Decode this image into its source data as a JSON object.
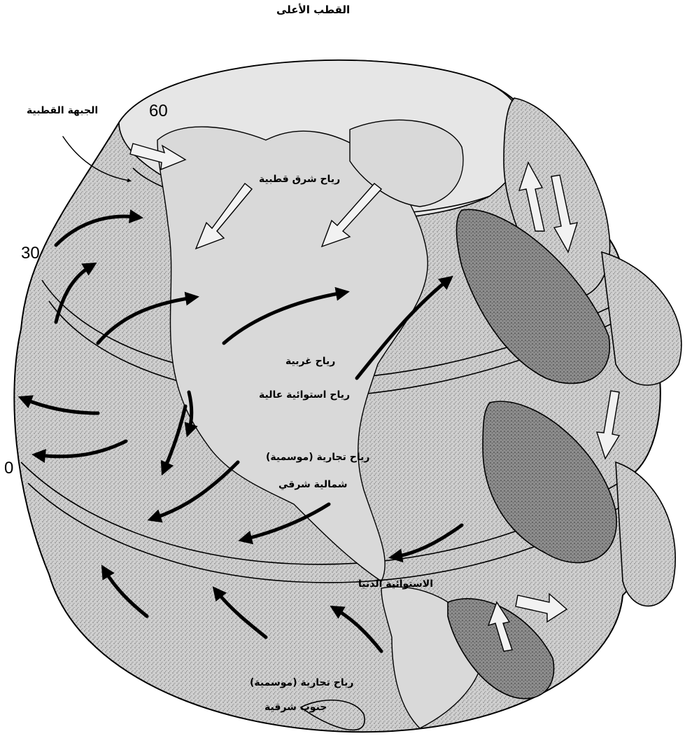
{
  "diagram": {
    "title": "القطب الأعلى",
    "latitude_labels": {
      "lat60": "60",
      "lat30": "30",
      "lat0": "0"
    },
    "labels": {
      "polar_front": "الجبهة القطبية",
      "polar_easterlies": "رياح شرق قطبية",
      "westerlies": "رياح غربية",
      "subtropical_high": "رياح استوائية عالية",
      "ne_trades_line1": "رياح تجارية (موسمية)",
      "ne_trades_line2": "شمالية شرقي",
      "equatorial_low": "الاستوائية الدنيا",
      "se_trades_line1": "رياح تجارية (موسمية)",
      "se_trades_line2": "جنوب شرقية"
    },
    "colors": {
      "background": "#ffffff",
      "globe_shade": "#c4c4c4",
      "cell_shade": "#9a9a9a",
      "ink": "#000000",
      "light_arrow": "#eeeeee"
    }
  }
}
